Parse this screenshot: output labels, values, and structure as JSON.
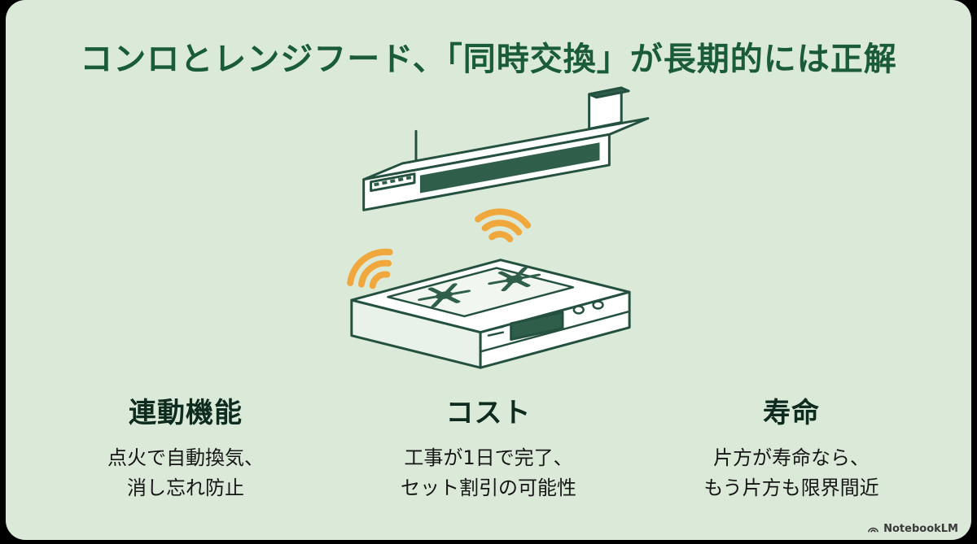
{
  "slide": {
    "title": "コンロとレンジフード、「同時交換」が長期的には正解",
    "columns": [
      {
        "heading": "連動機能",
        "line1": "点火で自動換気、",
        "line2": "消し忘れ防止"
      },
      {
        "heading": "コスト",
        "line1": "工事が1日で完了、",
        "line2": "セット割引の可能性"
      },
      {
        "heading": "寿命",
        "line1": "片方が寿命なら、",
        "line2": "もう片方も限界間近"
      }
    ],
    "watermark": "NotebookLM"
  },
  "illustration": {
    "items": [
      "range-hood-illustration",
      "signal-waves-left",
      "signal-waves-right",
      "gas-stove-illustration"
    ]
  },
  "colors": {
    "slide_background": "#dbe9d8",
    "title_green": "#1a5c3a",
    "heading_dark": "#0d2b1e",
    "body_text": "#161616",
    "line_green": "#24513f",
    "panel_dark_green": "#2f5f4a",
    "accent_orange": "#f0a73c",
    "frame_black": "#000000",
    "watermark_gray": "#3a3a3a"
  }
}
